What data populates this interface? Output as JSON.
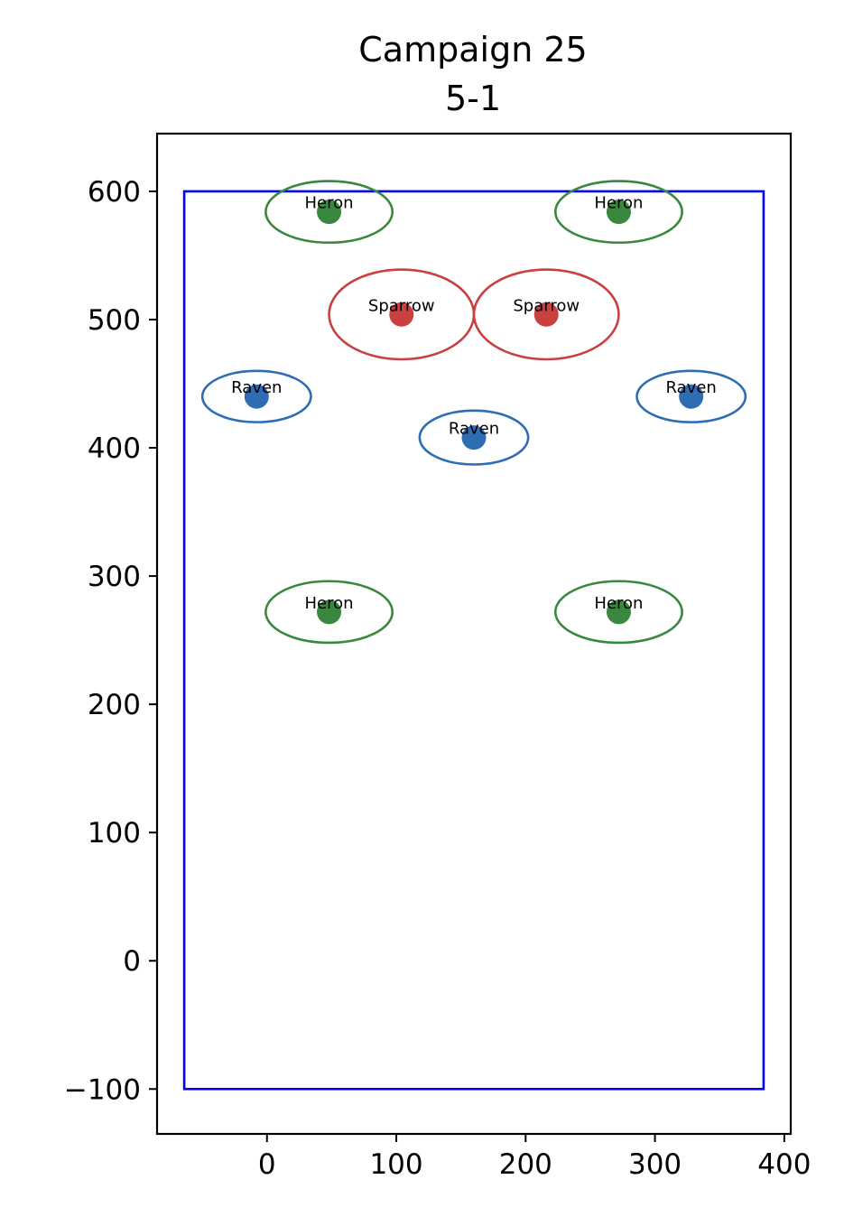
{
  "chart_data": {
    "type": "scatter",
    "title": "Campaign 25",
    "subtitle": "5-1",
    "xlabel": "",
    "ylabel": "",
    "xlim": [
      -85,
      405
    ],
    "ylim": [
      -135,
      645
    ],
    "xticks": [
      0,
      100,
      200,
      300,
      400
    ],
    "yticks": [
      -100,
      0,
      100,
      200,
      300,
      400,
      500,
      600
    ],
    "yticklabels": [
      "−100",
      "0",
      "100",
      "200",
      "300",
      "400",
      "500",
      "600"
    ],
    "grid": false,
    "legend": "none",
    "boundary": {
      "xmin": -64,
      "xmax": 384,
      "ymin": -100,
      "ymax": 600,
      "color": "#0000ff"
    },
    "colors": {
      "Heron": "#3a873f",
      "Sparrow": "#c94040",
      "Raven": "#2e6db4"
    },
    "units": [
      {
        "type": "Heron",
        "x": 48,
        "y": 584,
        "rx": 49,
        "ry": 24
      },
      {
        "type": "Heron",
        "x": 272,
        "y": 584,
        "rx": 49,
        "ry": 24
      },
      {
        "type": "Sparrow",
        "x": 104,
        "y": 504,
        "rx": 56,
        "ry": 35
      },
      {
        "type": "Sparrow",
        "x": 216,
        "y": 504,
        "rx": 56,
        "ry": 35
      },
      {
        "type": "Raven",
        "x": -8,
        "y": 440,
        "rx": 42,
        "ry": 20
      },
      {
        "type": "Raven",
        "x": 328,
        "y": 440,
        "rx": 42,
        "ry": 20
      },
      {
        "type": "Raven",
        "x": 160,
        "y": 408,
        "rx": 42,
        "ry": 21
      },
      {
        "type": "Heron",
        "x": 48,
        "y": 272,
        "rx": 49,
        "ry": 24
      },
      {
        "type": "Heron",
        "x": 272,
        "y": 272,
        "rx": 49,
        "ry": 24
      }
    ]
  }
}
